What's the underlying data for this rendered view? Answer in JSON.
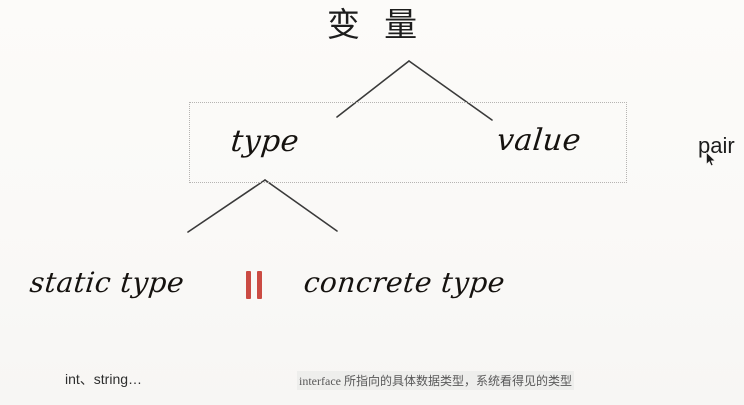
{
  "slide": {
    "title": "变 量",
    "background_color": "#fbfaf8",
    "accent_color": "#cb4b43"
  },
  "diagram": {
    "root": "变 量",
    "box": {
      "border_style": "dotted",
      "border_color": "#b6b4b2",
      "children": [
        {
          "id": "type",
          "label": "type"
        },
        {
          "id": "value",
          "label": "value"
        }
      ]
    },
    "type_children": [
      {
        "id": "static-type",
        "label": "static type"
      },
      {
        "id": "concrete-type",
        "label": "concrete type"
      }
    ],
    "separator": {
      "symbol": "||",
      "color": "#cb4b43"
    }
  },
  "annotations": {
    "static_type_note": "int、string…",
    "concrete_type_note": "interface 所指向的具体数据类型，系统看得见的类型"
  },
  "overlay": {
    "pair_word": "pair",
    "cursor": "mouse-pointer"
  }
}
